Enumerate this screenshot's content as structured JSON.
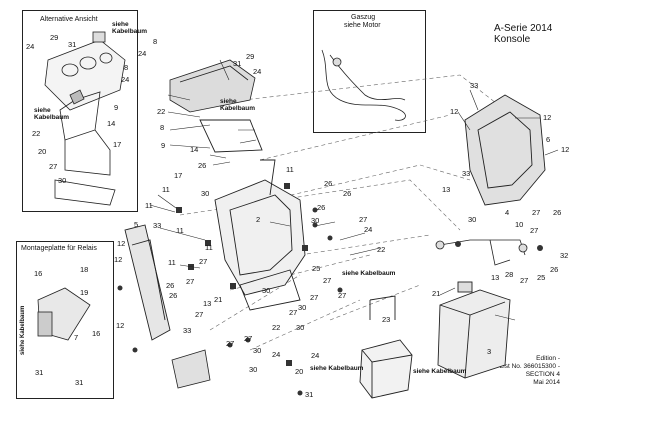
{
  "header": {
    "series": "A-Serie 2014",
    "subtitle": "Konsole"
  },
  "inset_alternative": {
    "title": "Alternative Ansicht",
    "kabelbaum_top": "siehe\nKabelbaum",
    "kabelbaum_mid": "siehe\nKabelbaum"
  },
  "inset_gaszug": {
    "title_line1": "Gaszug",
    "title_line2": "siehe Motor"
  },
  "inset_relais": {
    "title": "Montageplatte für Relais",
    "kabelbaum_vertical": "siehe Kabelbaum"
  },
  "callouts": {
    "kabelbaum_main_top": "siehe\nKabelbaum",
    "kabelbaum_mid": "siehe Kabelbaum",
    "kabelbaum_bottom_center": "siehe Kabelbaum",
    "kabelbaum_bottom_right": "siehe Kabelbaum"
  },
  "footer": {
    "edition": "Edition -",
    "parts_list": "Parts List No. 366015300 -",
    "section": "SECTION 4",
    "date": "Mai 2014"
  },
  "part_numbers": {
    "inset_alt": [
      "24",
      "29",
      "31",
      "8",
      "24",
      "9",
      "14",
      "22",
      "17",
      "20",
      "27",
      "30"
    ],
    "main_left": [
      "8",
      "24",
      "29",
      "31",
      "24",
      "22",
      "8",
      "9",
      "14",
      "26",
      "17",
      "30",
      "11",
      "11",
      "11",
      "11",
      "33",
      "12",
      "5",
      "11",
      "12",
      "27",
      "26",
      "27",
      "12",
      "27",
      "21",
      "11",
      "26",
      "33",
      "24",
      "27",
      "30",
      "22",
      "27",
      "13",
      "25",
      "24",
      "22",
      "27",
      "26",
      "30",
      "30",
      "27",
      "24",
      "31",
      "20",
      "26",
      "2",
      "26",
      "27",
      "27",
      "30",
      "30",
      "30",
      "27"
    ],
    "main_right": [
      "33",
      "12",
      "12",
      "6",
      "12",
      "33",
      "13",
      "30",
      "4",
      "27",
      "26",
      "10",
      "27",
      "32",
      "13",
      "28",
      "27",
      "25",
      "26",
      "21",
      "23",
      "3"
    ],
    "relais": [
      "16",
      "18",
      "19",
      "16",
      "7",
      "31",
      "31"
    ]
  },
  "colors": {
    "ink": "#111111",
    "line": "#222222",
    "dash": "#555555"
  }
}
